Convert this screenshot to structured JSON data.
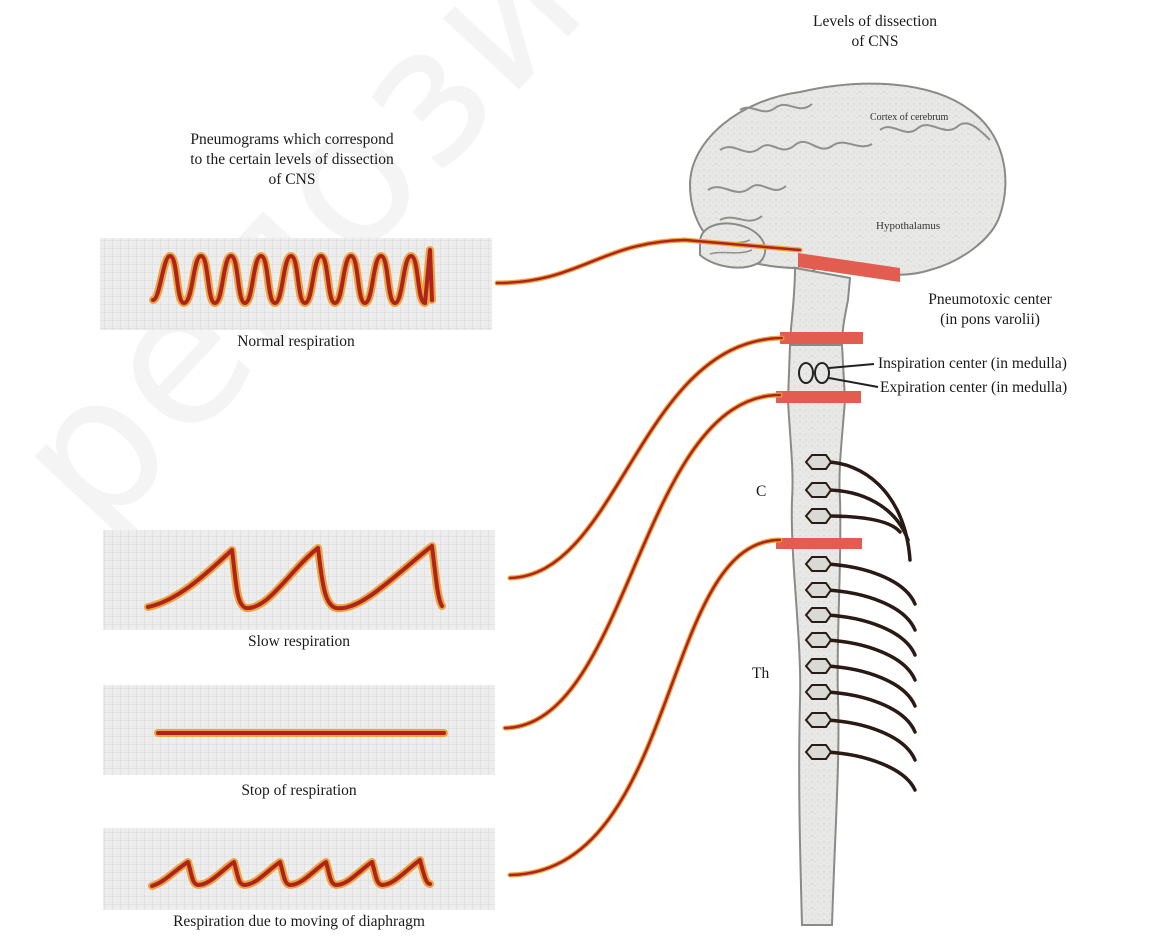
{
  "title_left": "Pneumograms which correspond to the certain levels of dissection of CNS",
  "title_left_lines": [
    "Pneumograms which correspond",
    "to the certain levels of dissection",
    "of CNS"
  ],
  "title_right_lines": [
    "Levels of dissection",
    "of CNS"
  ],
  "pneumograms": [
    {
      "label": "Normal respiration"
    },
    {
      "label": "Slow respiration"
    },
    {
      "label": "Stop of respiration"
    },
    {
      "label": "Respiration due to moving of diaphragm"
    }
  ],
  "brain_labels": {
    "cortex": "Cortex of cerebrum",
    "hypothalamus": "Hypothalamus"
  },
  "center_labels": {
    "pneumotoxic_line1": "Pneumotoxic center",
    "pneumotoxic_line2": "(in pons varolii)",
    "inspiration": "Inspiration center (in medulla)",
    "expiration": "Expiration center (in medulla)"
  },
  "spine_labels": {
    "cervical": "C",
    "thoracic": "Th"
  },
  "watermark": "репозиторий",
  "colors": {
    "cut_bar": "#e25d4f",
    "trace": "#b0231b",
    "trace_glow": "#e9a640",
    "grid_bg": "#ececec",
    "nerve": "#2a1a14"
  }
}
